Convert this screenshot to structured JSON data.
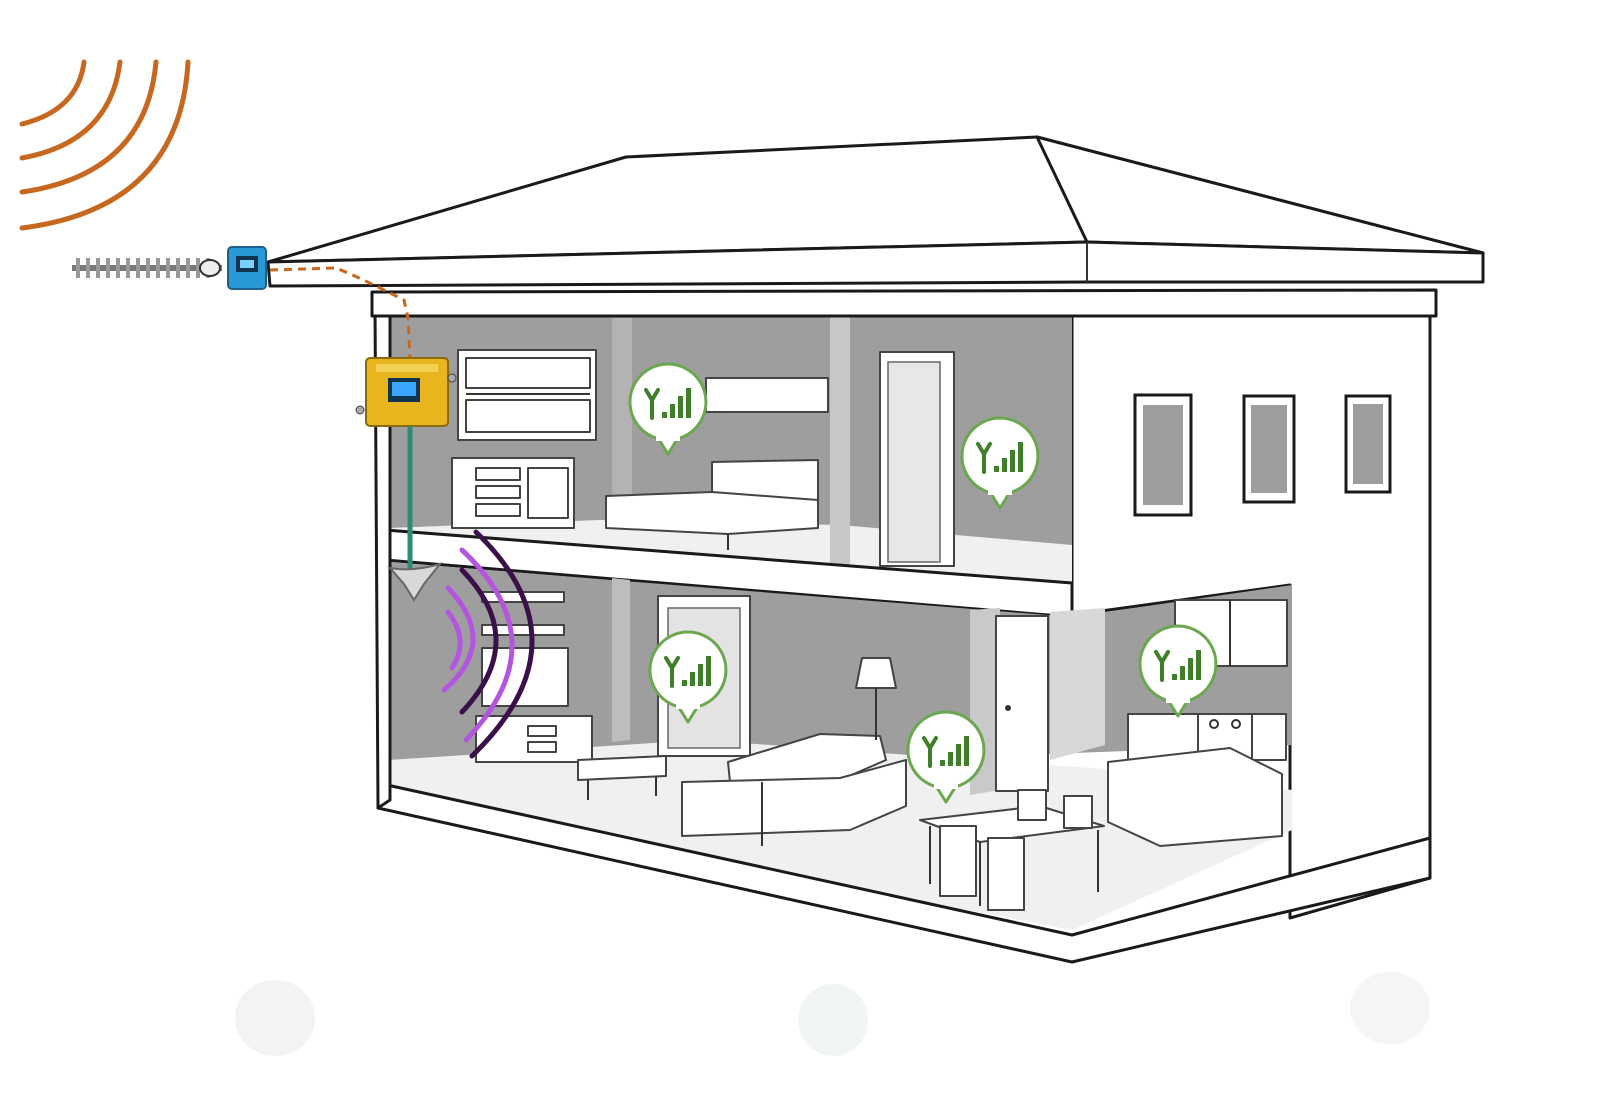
{
  "colors": {
    "outdoor_waves": "#c8671e",
    "indoor_waves_outer": "#3a0f4a",
    "indoor_waves_inner": "#b455e0",
    "repeater_body": "#e8b51e",
    "antenna_box": "#2a9ad6",
    "signal_bubble": "#6aa84f",
    "feed_cable_dashed": "#c8671e",
    "indoor_cable": "#2e8b74"
  },
  "components": {
    "outdoor_antenna": {
      "type": "yagi-antenna"
    },
    "repeater": {
      "type": "signal-booster-unit"
    },
    "indoor_antenna": {
      "type": "ceiling-antenna"
    }
  },
  "signal_indicators": [
    {
      "room": "bedroom",
      "icon": "signal-bars-icon"
    },
    {
      "room": "hallway-upstairs",
      "icon": "signal-bars-icon"
    },
    {
      "room": "living-room-tv",
      "icon": "signal-bars-icon"
    },
    {
      "room": "living-room-sofa",
      "icon": "signal-bars-icon"
    },
    {
      "room": "kitchen",
      "icon": "signal-bars-icon"
    }
  ]
}
